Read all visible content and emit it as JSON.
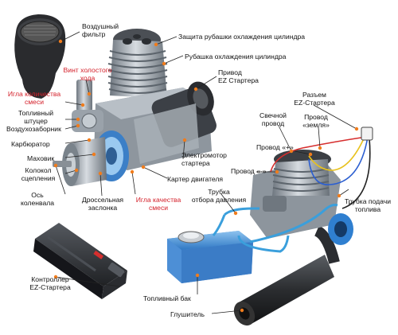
{
  "diagram": {
    "labels": {
      "air_filter": "Воздушный\nфильтр",
      "cylinder_head_guard": "Защита рубашки охлаждения цилиндра",
      "cylinder_cooling_jacket": "Рубашка охлаждения цилиндра",
      "ez_starter_drive": "Привод\nEZ Стартера",
      "idle_screw": "Винт холостого\nхода",
      "mixture_needle": "Игла количества\nсмеси",
      "fuel_nipple": "Топливный\nштуцер",
      "air_intake": "Воздухозаборник",
      "carburetor": "Карбюратор",
      "flywheel": "Маховик",
      "clutch_bell": "Колокол\nсцепления",
      "crankshaft_axis": "Ось\nколенвала",
      "throttle_valve": "Дроссельная\nзаслонка",
      "mixture_quality_needle": "Игла качества\nсмеси",
      "crankcase": "Картер двигателя",
      "starter_motor": "Электромотор\nстартера",
      "ez_starter_connector": "Разъем\nEZ-Стартера",
      "glow_wire": "Свечной\nпровод",
      "ground_wire": "Провод\n«земля»",
      "plus_wire": "Провод «+»",
      "minus_wire": "Провод «-»",
      "pressure_tube": "Трубка\nотбора давления",
      "fuel_feed_tube": "Трубка подачи\nтоплива",
      "ez_controller": "Контроллер\nEZ-Стартера",
      "fuel_tank": "Топливный бак",
      "muffler": "Глушитель"
    },
    "colors": {
      "label_normal": "#111111",
      "label_red": "#d4202a",
      "leader_dot": "#f07c1c",
      "tube_blue": "#3a9fdc",
      "tank_blue": "#5b9bd8",
      "engine_metal": "#9aa3ad",
      "dark_metal": "#3a3d42",
      "wire_red": "#d62e2e",
      "wire_yellow": "#e8c21e",
      "wire_blue": "#2c5fd1"
    }
  }
}
